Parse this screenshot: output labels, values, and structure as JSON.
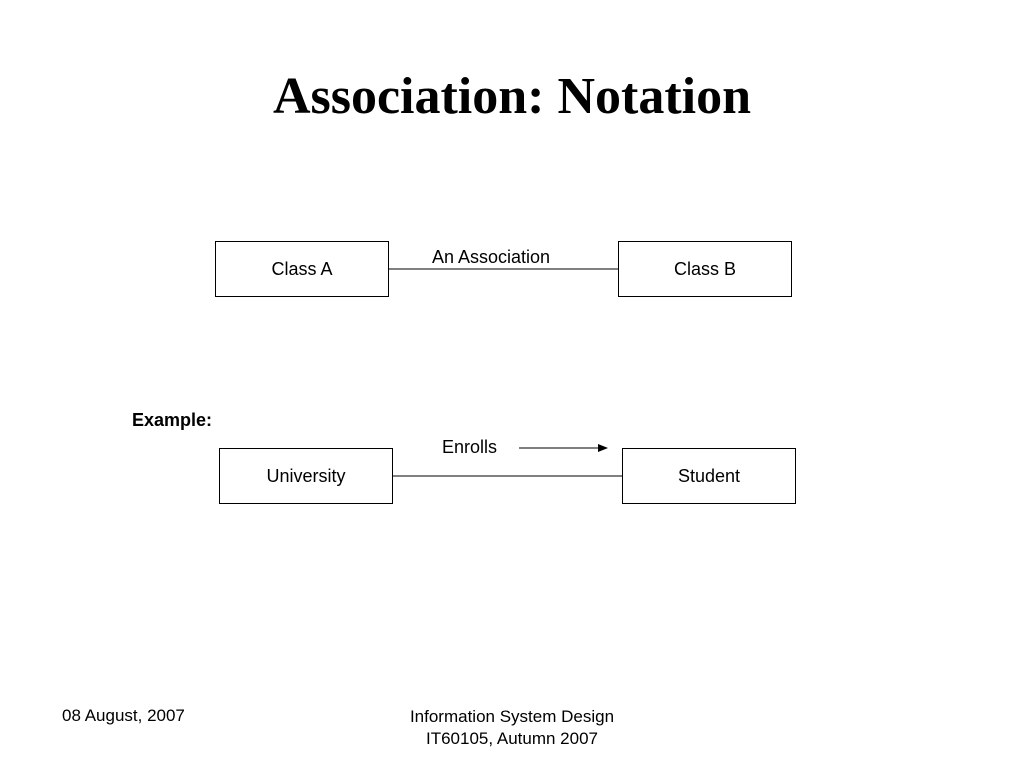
{
  "slide": {
    "title": "Association: Notation"
  },
  "notation": {
    "class_a": "Class A",
    "class_b": "Class B",
    "association_label": "An Association"
  },
  "example": {
    "label": "Example:",
    "left_class": "University",
    "right_class": "Student",
    "association_label": "Enrolls"
  },
  "footer": {
    "date": "08 August, 2007",
    "course_line1": "Information System Design",
    "course_line2": "IT60105, Autumn 2007"
  }
}
